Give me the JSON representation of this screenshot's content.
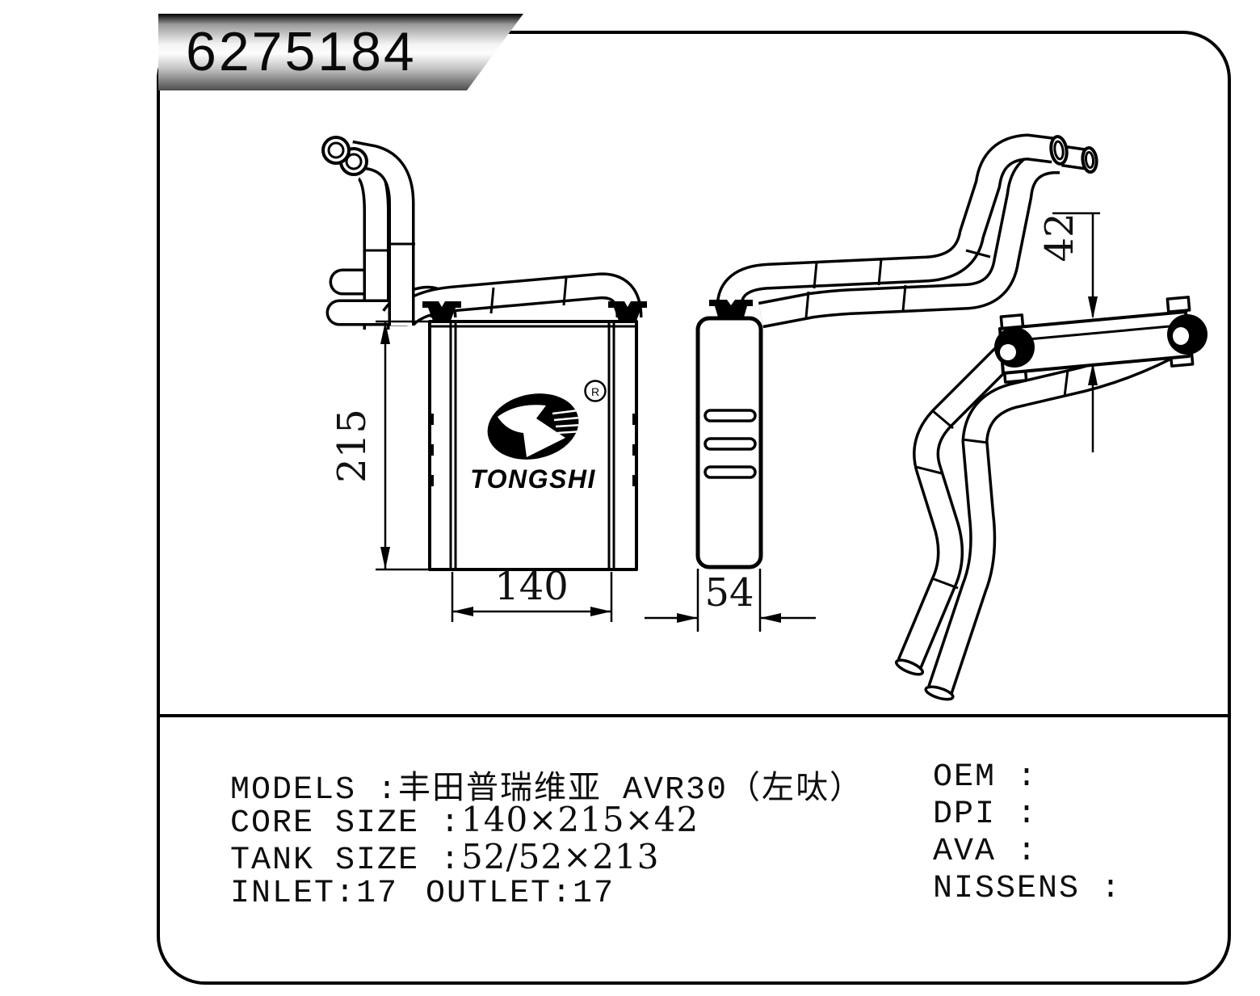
{
  "banner": {
    "part_number": "6275184"
  },
  "dims": {
    "height": "215",
    "width": "140",
    "depth": "54",
    "thickness": "42"
  },
  "logo": {
    "brand": "TONGSHI",
    "reg": "R"
  },
  "specs": {
    "models_label": "MODELS :",
    "models_value": "丰田普瑞维亚 AVR30（左呔）",
    "core_label": "CORE SIZE :",
    "core_value": "140×215×42",
    "tank_label": "TANK SIZE :",
    "tank_value": "52/52×213",
    "inlet": "INLET:17",
    "outlet": "OUTLET:17",
    "oem": "OEM :",
    "dpi": "DPI :",
    "ava": "AVA :",
    "nissens": "NISSENS :"
  }
}
